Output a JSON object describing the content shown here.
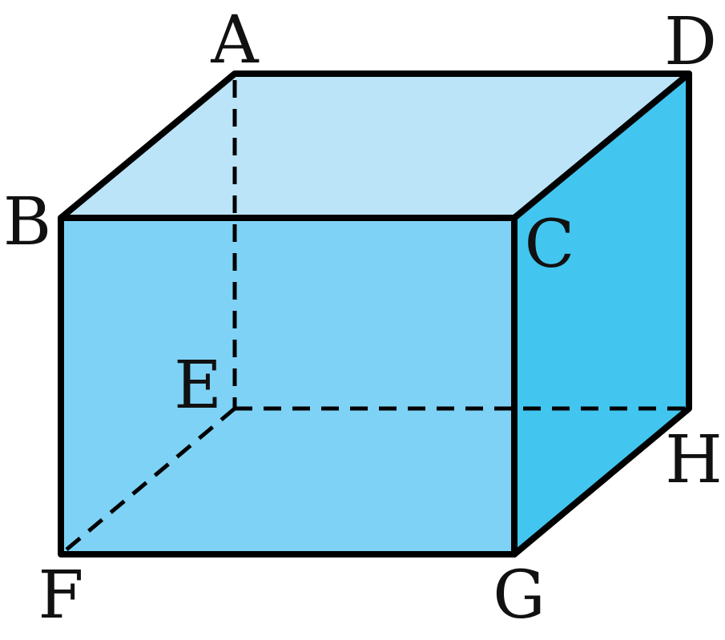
{
  "diagram": {
    "shape": "cuboid",
    "colors": {
      "top_face": "#BCE4F8",
      "front_face": "#7ED2F5",
      "side_face": "#42C6F0",
      "edge": "#000000"
    },
    "vertices": {
      "A": "A",
      "B": "B",
      "C": "C",
      "D": "D",
      "E": "E",
      "F": "F",
      "G": "G",
      "H": "H"
    }
  }
}
